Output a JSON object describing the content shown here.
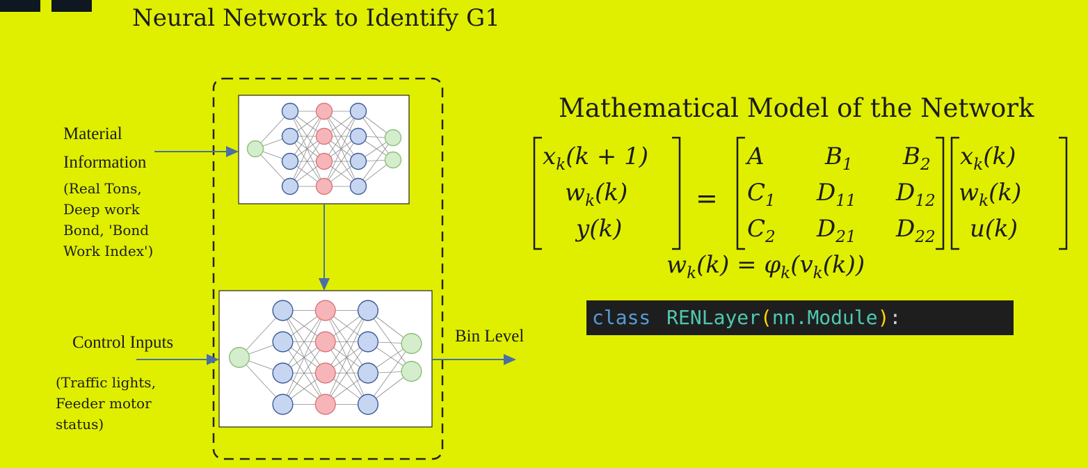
{
  "title": "Neural Network to Identify G1",
  "inputs": {
    "material_title_line1": "Material",
    "material_title_line2": "Information",
    "material_details": [
      "(Real Tons,",
      "Deep work",
      "Bond, 'Bond",
      "Work Index')"
    ],
    "control_title": "Control Inputs",
    "control_details": [
      "(Traffic lights,",
      "Feeder motor",
      "status)"
    ]
  },
  "output": {
    "label": "Bin Level"
  },
  "math": {
    "title": "Mathematical Model of the Network",
    "lhs": [
      "x_k(k + 1)",
      "w_k(k)",
      "y(k)"
    ],
    "matrix": [
      [
        "A",
        "B_1",
        "B_2"
      ],
      [
        "C_1",
        "D_11",
        "D_12"
      ],
      [
        "C_2",
        "D_21",
        "D_22"
      ]
    ],
    "rhs": [
      "x_k(k)",
      "w_k(k)",
      "u(k)"
    ],
    "equals": "=",
    "nonlinearity": "w_k(k) = φ_k(v_k(k))"
  },
  "code": {
    "keyword": "class",
    "class_name": "RENLayer",
    "open_paren": "(",
    "base": "nn.Module",
    "close_paren": ")",
    "colon": ":"
  },
  "colors": {
    "background": "#e0ef00",
    "arrow": "#4a6fa5",
    "node_blue": "#c7d6f0",
    "node_pink": "#f6b6b9",
    "node_green": "#d4edcc",
    "code_bg": "#1e1e1e",
    "code_keyword": "#569cd6",
    "code_class": "#4ec9b0",
    "code_paren": "#ffd700",
    "code_text": "#d4d4d4"
  },
  "icons": [
    "neural-network-diagram-small",
    "neural-network-diagram-large"
  ]
}
